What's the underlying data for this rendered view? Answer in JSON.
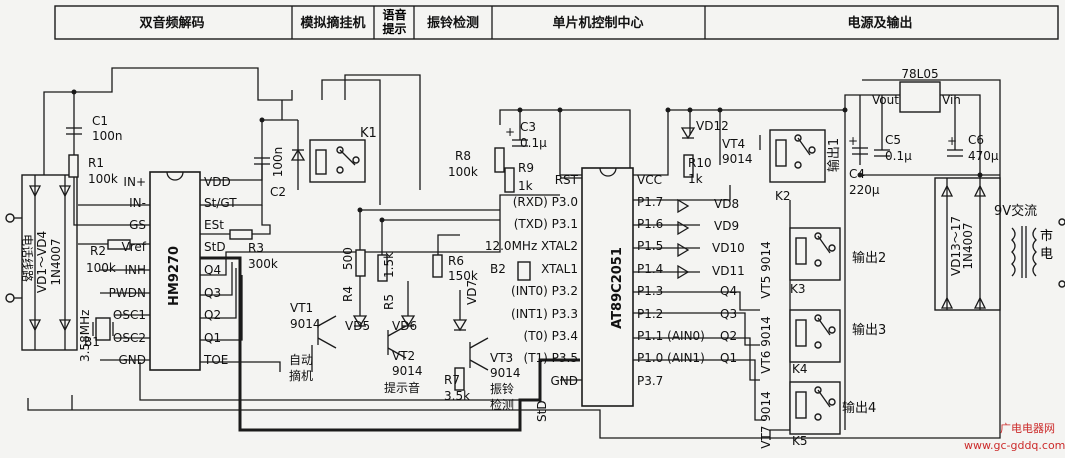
{
  "header": {
    "sections": [
      "双音频解码",
      "模拟摘挂机",
      "语音提示",
      "振铃检测",
      "单片机控制中心",
      "电源及输出"
    ]
  },
  "ics": {
    "decoder": {
      "name": "HM9270",
      "left_pins": [
        "IN+",
        "IN-",
        "GS",
        "Vref",
        "INH",
        "PWDN",
        "OSC1",
        "OSC2",
        "GND"
      ],
      "right_pins": [
        "VDD",
        "St/GT",
        "ESt",
        "StD",
        "Q4",
        "Q3",
        "Q2",
        "Q1",
        "TOE"
      ]
    },
    "mcu": {
      "name": "AT89C2051",
      "left_pins": [
        "RST",
        "(RXD) P3.0",
        "(TXD) P3.1",
        "12.0MHz XTAL2",
        "XTAL1",
        "(INT0) P3.2",
        "(INT1) P3.3",
        "(T0) P3.4",
        "(T1) P3.5",
        "GND"
      ],
      "right_pins": [
        "VCC",
        "P1.7",
        "P1.6",
        "P1.5",
        "P1.4",
        "P1.3",
        "P1.2",
        "P1.1 (AIN0)",
        "P1.0 (AIN1)",
        "P3.7"
      ]
    },
    "regulator": {
      "name": "78L05",
      "vout": "Vout",
      "vin": "Vin"
    }
  },
  "components": {
    "c1": [
      "C1",
      "100n"
    ],
    "r1": [
      "R1",
      "100k"
    ],
    "r2": [
      "R2",
      "100k"
    ],
    "r3": [
      "R3",
      "300k"
    ],
    "c2": [
      "C2",
      "100n"
    ],
    "k1": "K1",
    "b1": [
      "B1",
      "3.58MHz"
    ],
    "vd1_4": [
      "VD1～VD4",
      "1N4007"
    ],
    "phone_line": "电话线路",
    "r4": [
      "R4",
      "500"
    ],
    "r5": [
      "R5",
      "1.5k"
    ],
    "r6": [
      "R6",
      "150k"
    ],
    "r7": [
      "R7",
      "3.5k"
    ],
    "vd5": "VD5",
    "vd6": "VD6",
    "vd7": "VD7",
    "vt1": [
      "VT1",
      "9014",
      "自动",
      "摘机"
    ],
    "vt2": [
      "VT2",
      "9014",
      "提示音"
    ],
    "vt3": [
      "VT3",
      "9014",
      "振铃",
      "检测"
    ],
    "c3": [
      "C3",
      "0.1μ"
    ],
    "r8": [
      "R8",
      "100k"
    ],
    "r9": [
      "R9",
      "1k"
    ],
    "b2": "B2",
    "vd12": "VD12",
    "r10": [
      "R10",
      "1k"
    ],
    "vd8": "VD8",
    "vd9": "VD9",
    "vd10": "VD10",
    "vd11": "VD11",
    "q_labels": [
      "Q4",
      "Q3",
      "Q2",
      "Q1"
    ],
    "vt4": [
      "VT4",
      "9014"
    ],
    "vt5": "VT5 9014",
    "vt6": "VT6 9014",
    "vt7": "VT7 9014",
    "k2": "K2",
    "k3": "K3",
    "k4": "K4",
    "k5": "K5",
    "out1": "输出1",
    "out2": "输出2",
    "out3": "输出3",
    "out4": "输出4",
    "c4": [
      "C4",
      "220μ"
    ],
    "c5": [
      "C5",
      "0.1μ"
    ],
    "c6": [
      "C6",
      "470μ"
    ],
    "vd13_17": [
      "VD13～17",
      "1N4007"
    ],
    "ac9v": "9V交流",
    "mains": "市电",
    "std_bus": "StD"
  },
  "watermark": {
    "line1": "广电电器网",
    "line2": "www.gc-gddq.com"
  }
}
